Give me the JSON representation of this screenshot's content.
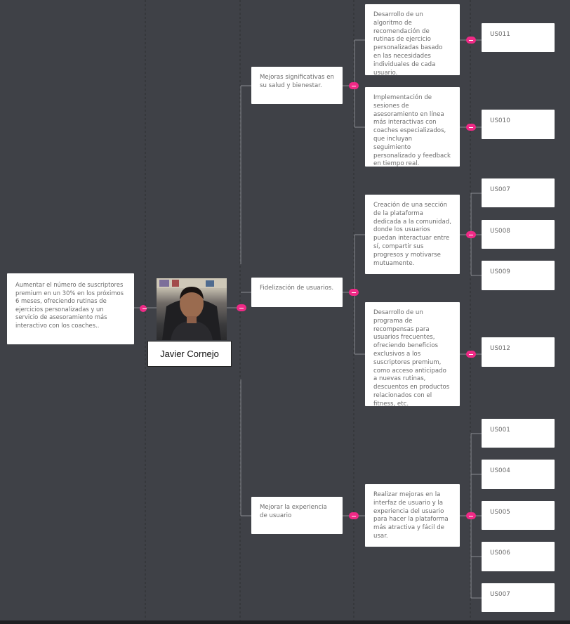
{
  "goal": "Aumentar el número de suscriptores premium en un 30% en los próximos 6 meses, ofreciendo rutinas de ejercicios personalizadas y un servicio de asesoramiento más interactivo con los coaches..",
  "person": {
    "name": "Javier Cornejo",
    "photo_icon": "person-photo"
  },
  "objectives": [
    {
      "label": "Mejoras significativas en su salud y bienestar."
    },
    {
      "label": "Fidelización de usuarios."
    },
    {
      "label": "Mejorar la experiencia de usuario"
    }
  ],
  "initiatives": [
    {
      "label": "Desarrollo de un algoritmo de recomendación de rutinas de ejercicio personalizadas basado en las necesidades individuales de cada usuario."
    },
    {
      "label": "Implementación de sesiones de asesoramiento en línea más interactivas con coaches especializados, que incluyan seguimiento personalizado y feedback en tiempo real."
    },
    {
      "label": "Creación de una sección de la plataforma dedicada a la comunidad, donde los usuarios puedan interactuar entre sí, compartir sus progresos y motivarse mutuamente."
    },
    {
      "label": "Desarrollo de un programa de recompensas para usuarios frecuentes, ofreciendo beneficios exclusivos a los suscriptores premium, como acceso anticipado a nuevas rutinas, descuentos en productos relacionados con el fitness, etc."
    },
    {
      "label": "Realizar mejoras en la interfaz de usuario y la experiencia del usuario para hacer la plataforma más atractiva y fácil de usar."
    }
  ],
  "stories": [
    {
      "label": "US011"
    },
    {
      "label": "US010"
    },
    {
      "label": "US007"
    },
    {
      "label": "US008"
    },
    {
      "label": "US009"
    },
    {
      "label": "US012"
    },
    {
      "label": "US001"
    },
    {
      "label": "US004"
    },
    {
      "label": "US005"
    },
    {
      "label": "US006"
    },
    {
      "label": "US007"
    }
  ],
  "colors": {
    "background": "#3f4147",
    "accent": "#ef2a86",
    "card": "#ffffff",
    "line": "#8a8c90"
  }
}
